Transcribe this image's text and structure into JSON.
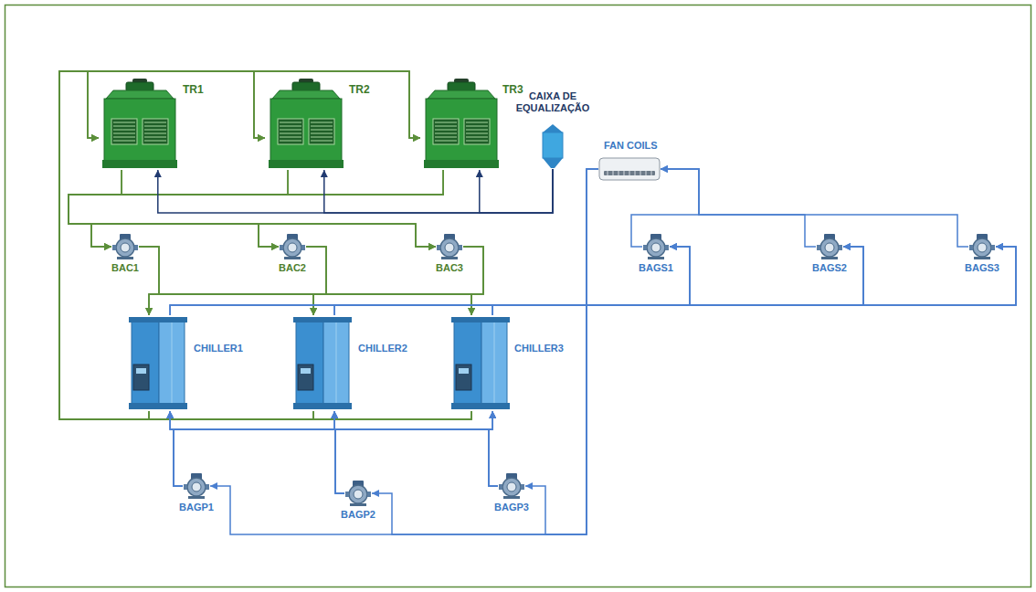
{
  "diagram": {
    "nodes": [
      {
        "text": [
          "TR1"
        ]
      },
      {
        "text": [
          "TR2"
        ]
      },
      {
        "text": [
          "TR3"
        ]
      },
      {
        "text": [
          "CAIXA DE EQUALIZAÇÃO"
        ]
      },
      {
        "text": [
          "FAN COILS"
        ]
      },
      {
        "text": [
          "BAC1"
        ]
      },
      {
        "text": [
          "BAC2"
        ]
      },
      {
        "text": [
          "BAC3"
        ]
      },
      {
        "text": [
          "BAGS1"
        ]
      },
      {
        "text": [
          "BAGS2"
        ]
      },
      {
        "text": [
          "BAGS3"
        ]
      },
      {
        "text": [
          "CHILLER1"
        ]
      },
      {
        "text": [
          "CHILLER2"
        ]
      },
      {
        "text": [
          "CHILLER3"
        ]
      },
      {
        "text": [
          "BAGP1"
        ]
      },
      {
        "text": [
          "BAGP2"
        ]
      },
      {
        "text": [
          "BAGP3"
        ]
      }
    ],
    "edges": [
      {
        "from": 0,
        "to": 5,
        "arrow": "to"
      },
      {
        "from": 0,
        "to": 6,
        "arrow": "to"
      },
      {
        "from": 0,
        "to": 7,
        "arrow": "to"
      },
      {
        "from": 1,
        "to": 5,
        "arrow": "to"
      },
      {
        "from": 1,
        "to": 6,
        "arrow": "to"
      },
      {
        "from": 1,
        "to": 7,
        "arrow": "to"
      },
      {
        "from": 2,
        "to": 5,
        "arrow": "to"
      },
      {
        "from": 2,
        "to": 6,
        "arrow": "to"
      },
      {
        "from": 2,
        "to": 7,
        "arrow": "to"
      },
      {
        "from": 5,
        "to": 11,
        "arrow": "to"
      },
      {
        "from": 5,
        "to": 12,
        "arrow": "to"
      },
      {
        "from": 5,
        "to": 13,
        "arrow": "to"
      },
      {
        "from": 6,
        "to": 11,
        "arrow": "to"
      },
      {
        "from": 6,
        "to": 12,
        "arrow": "to"
      },
      {
        "from": 6,
        "to": 13,
        "arrow": "to"
      },
      {
        "from": 7,
        "to": 11,
        "arrow": "to"
      },
      {
        "from": 7,
        "to": 12,
        "arrow": "to"
      },
      {
        "from": 7,
        "to": 13,
        "arrow": "to"
      },
      {
        "from": 11,
        "to": 0,
        "arrow": "to"
      },
      {
        "from": 11,
        "to": 1,
        "arrow": "to"
      },
      {
        "from": 11,
        "to": 2,
        "arrow": "to"
      },
      {
        "from": 12,
        "to": 0,
        "arrow": "to"
      },
      {
        "from": 12,
        "to": 1,
        "arrow": "to"
      },
      {
        "from": 12,
        "to": 2,
        "arrow": "to"
      },
      {
        "from": 13,
        "to": 0,
        "arrow": "to"
      },
      {
        "from": 13,
        "to": 1,
        "arrow": "to"
      },
      {
        "from": 13,
        "to": 2,
        "arrow": "to"
      },
      {
        "from": 3,
        "to": 0,
        "arrow": "to"
      },
      {
        "from": 3,
        "to": 1,
        "arrow": "to"
      },
      {
        "from": 3,
        "to": 2,
        "arrow": "to"
      },
      {
        "from": 11,
        "to": 8,
        "arrow": "to"
      },
      {
        "from": 11,
        "to": 9,
        "arrow": "to"
      },
      {
        "from": 11,
        "to": 10,
        "arrow": "to"
      },
      {
        "from": 12,
        "to": 8,
        "arrow": "to"
      },
      {
        "from": 12,
        "to": 9,
        "arrow": "to"
      },
      {
        "from": 12,
        "to": 10,
        "arrow": "to"
      },
      {
        "from": 13,
        "to": 8,
        "arrow": "to"
      },
      {
        "from": 13,
        "to": 9,
        "arrow": "to"
      },
      {
        "from": 13,
        "to": 10,
        "arrow": "to"
      },
      {
        "from": 8,
        "to": 4,
        "arrow": "to"
      },
      {
        "from": 9,
        "to": 4,
        "arrow": "to"
      },
      {
        "from": 10,
        "to": 4,
        "arrow": "to"
      },
      {
        "from": 4,
        "to": 14,
        "arrow": "to"
      },
      {
        "from": 4,
        "to": 15,
        "arrow": "to"
      },
      {
        "from": 4,
        "to": 16,
        "arrow": "to"
      },
      {
        "from": 14,
        "to": 11,
        "arrow": "to"
      },
      {
        "from": 14,
        "to": 12,
        "arrow": "to"
      },
      {
        "from": 14,
        "to": 13,
        "arrow": "to"
      },
      {
        "from": 15,
        "to": 11,
        "arrow": "to"
      },
      {
        "from": 15,
        "to": 12,
        "arrow": "to"
      },
      {
        "from": 15,
        "to": 13,
        "arrow": "to"
      },
      {
        "from": 16,
        "to": 11,
        "arrow": "to"
      },
      {
        "from": 16,
        "to": 12,
        "arrow": "to"
      },
      {
        "from": 16,
        "to": 13,
        "arrow": "to"
      }
    ]
  }
}
